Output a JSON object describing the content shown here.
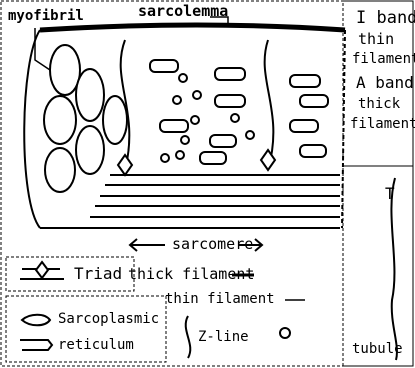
{
  "labels": {
    "myofibril": "myofibril",
    "sarcolemma": "sarcolemma",
    "i_band": "I band",
    "thin_filaments_1": "thin",
    "thin_filaments_2": "filaments",
    "a_band": "A band",
    "thick_filaments_1": "thick",
    "thick_filaments_2": "filaments",
    "sarcomere": "sarcomere",
    "t_letter": "T",
    "tubule": "tubule",
    "triad": "Triad",
    "thick_filament": "thick filament",
    "thin_filament": "thin filament",
    "sarcoplasmic": "Sarcoplasmic",
    "reticulum": "reticulum",
    "z_line": "Z-line"
  }
}
